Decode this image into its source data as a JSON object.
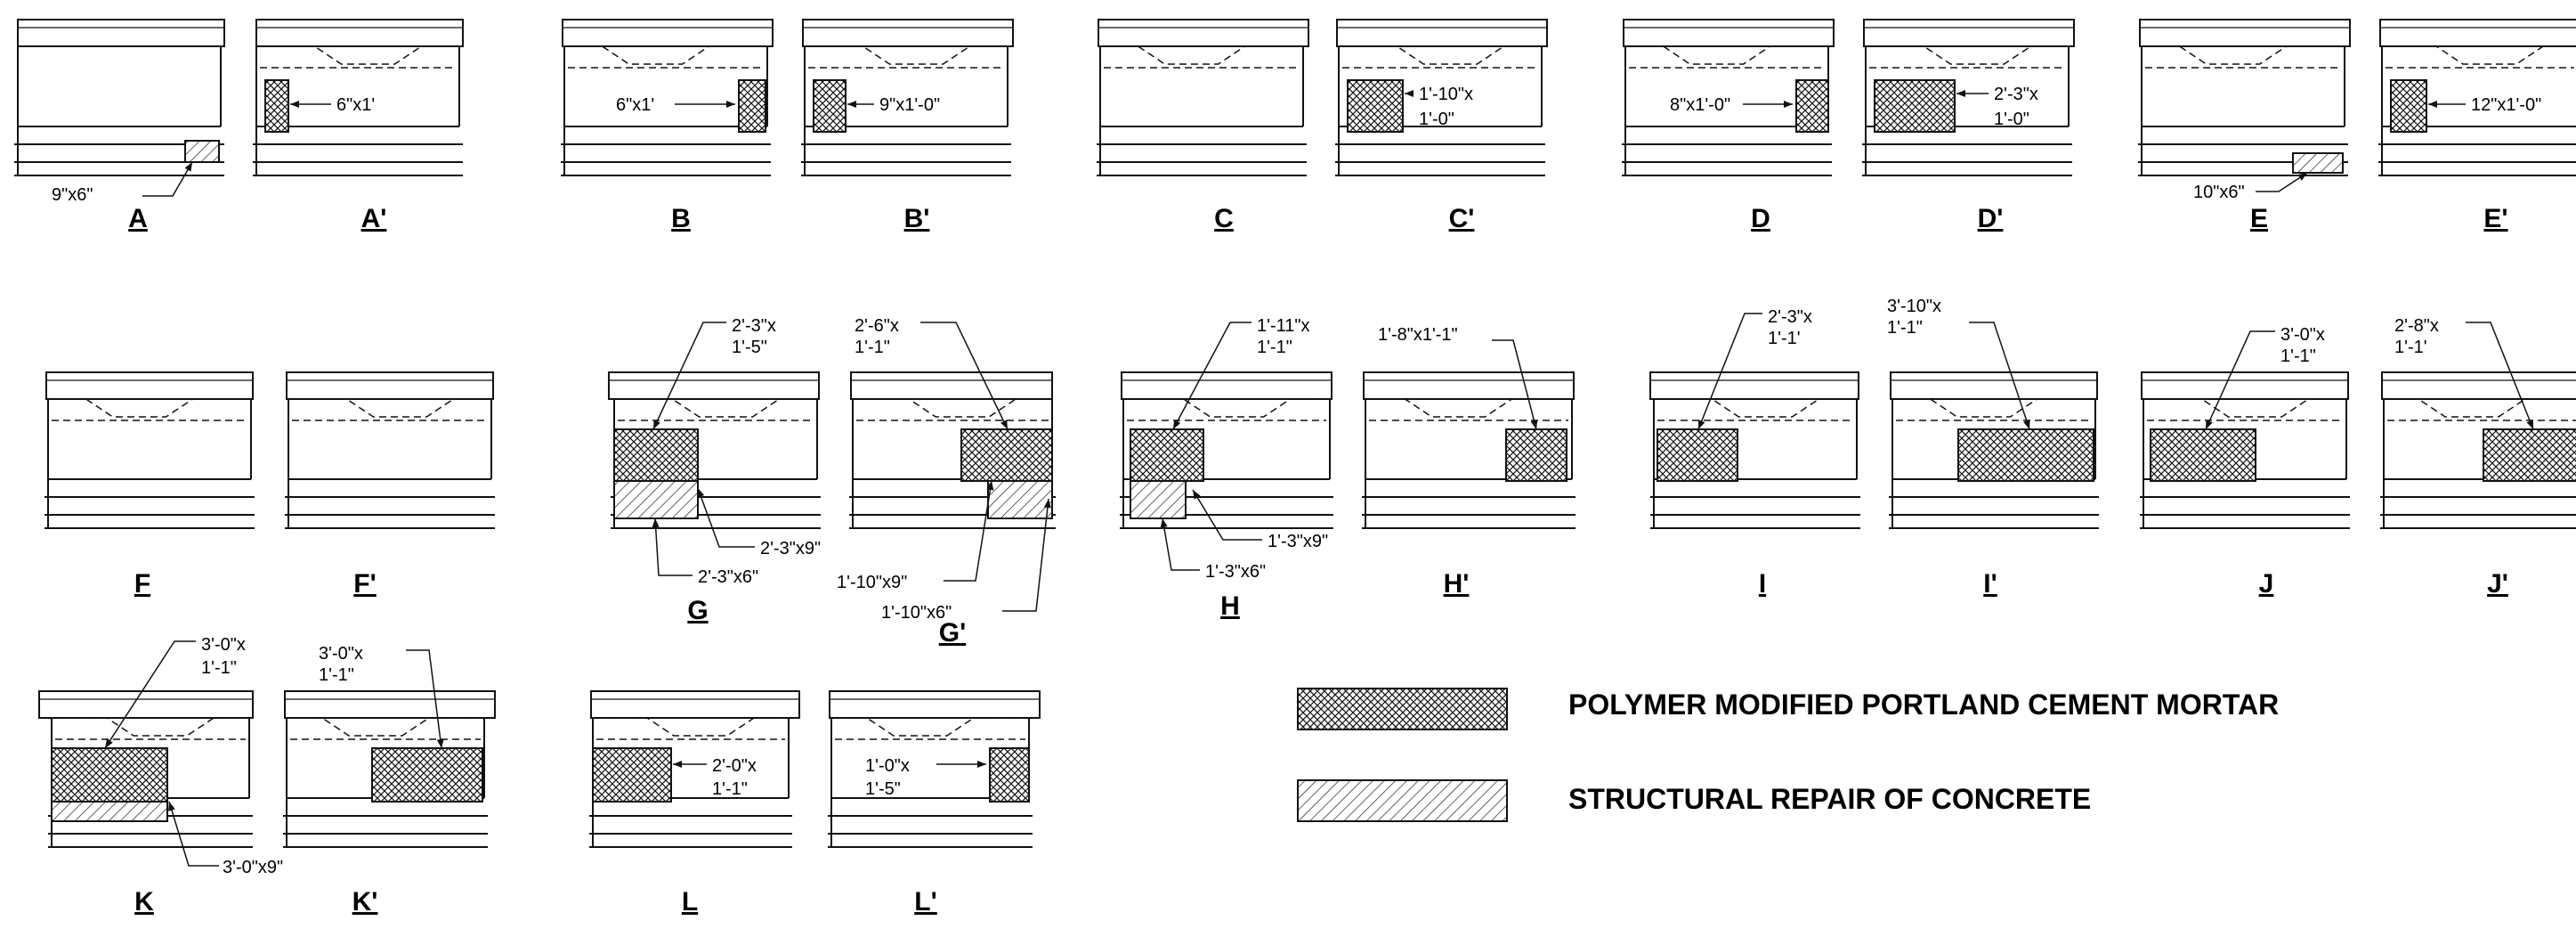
{
  "legend": {
    "mortar_label": "POLYMER MODIFIED PORTLAND CEMENT MORTAR",
    "structural_label": "STRUCTURAL REPAIR OF CONCRETE"
  },
  "colors": {
    "line": "#111111",
    "paper": "#ffffff"
  },
  "patterns": {
    "mortar": "crosshatch",
    "structural": "diagonal-hatch"
  },
  "details": [
    {
      "id": "A",
      "caption": "A",
      "dims": [
        "9\"x6\""
      ]
    },
    {
      "id": "A2",
      "caption": "A'",
      "dims": [
        "6\"x1'"
      ]
    },
    {
      "id": "B",
      "caption": "B",
      "dims": [
        "6\"x1'"
      ]
    },
    {
      "id": "B2",
      "caption": "B'",
      "dims": [
        "9\"x1'-0\""
      ]
    },
    {
      "id": "C",
      "caption": "C",
      "dims": []
    },
    {
      "id": "C2",
      "caption": "C'",
      "dims": [
        "1'-10\"x",
        "1'-0\""
      ]
    },
    {
      "id": "D",
      "caption": "D",
      "dims": [
        "8\"x1'-0\""
      ]
    },
    {
      "id": "D2",
      "caption": "D'",
      "dims": [
        "2'-3\"x",
        "1'-0\""
      ]
    },
    {
      "id": "E",
      "caption": "E",
      "dims": [
        "10\"x6\""
      ]
    },
    {
      "id": "E2",
      "caption": "E'",
      "dims": [
        "12\"x1'-0\""
      ]
    },
    {
      "id": "F",
      "caption": "F",
      "dims": []
    },
    {
      "id": "F2",
      "caption": "F'",
      "dims": []
    },
    {
      "id": "G",
      "caption": "G",
      "dims": [
        "2'-3\"x",
        "1'-5\"",
        "2'-3\"x9\"",
        "2'-3\"x6\""
      ]
    },
    {
      "id": "G2",
      "caption": "G'",
      "dims": [
        "2'-6\"x",
        "1'-1\"",
        "1'-10\"x9\"",
        "1'-10\"x6\""
      ]
    },
    {
      "id": "H",
      "caption": "H",
      "dims": [
        "1'-11\"x",
        "1'-1\"",
        "1'-3\"x9\"",
        "1'-3\"x6\""
      ]
    },
    {
      "id": "H2",
      "caption": "H'",
      "dims": [
        "1'-8\"x1'-1\""
      ]
    },
    {
      "id": "I",
      "caption": "I",
      "dims": [
        "2'-3\"x",
        "1'-1'"
      ]
    },
    {
      "id": "I2",
      "caption": "I'",
      "dims": [
        "3'-10\"x",
        "1'-1\""
      ]
    },
    {
      "id": "J",
      "caption": "J",
      "dims": [
        "3'-0\"x",
        "1'-1\""
      ]
    },
    {
      "id": "J2",
      "caption": "J'",
      "dims": [
        "2'-8\"x",
        "1'-1'"
      ]
    },
    {
      "id": "K",
      "caption": "K",
      "dims": [
        "3'-0\"x",
        "1'-1\"",
        "3'-0\"x9\""
      ]
    },
    {
      "id": "K2",
      "caption": "K'",
      "dims": [
        "3'-0\"x",
        "1'-1\""
      ]
    },
    {
      "id": "L",
      "caption": "L",
      "dims": [
        "2'-0\"x",
        "1'-1\""
      ]
    },
    {
      "id": "L2",
      "caption": "L'",
      "dims": [
        "1'-0\"x",
        "1'-5\""
      ]
    }
  ]
}
